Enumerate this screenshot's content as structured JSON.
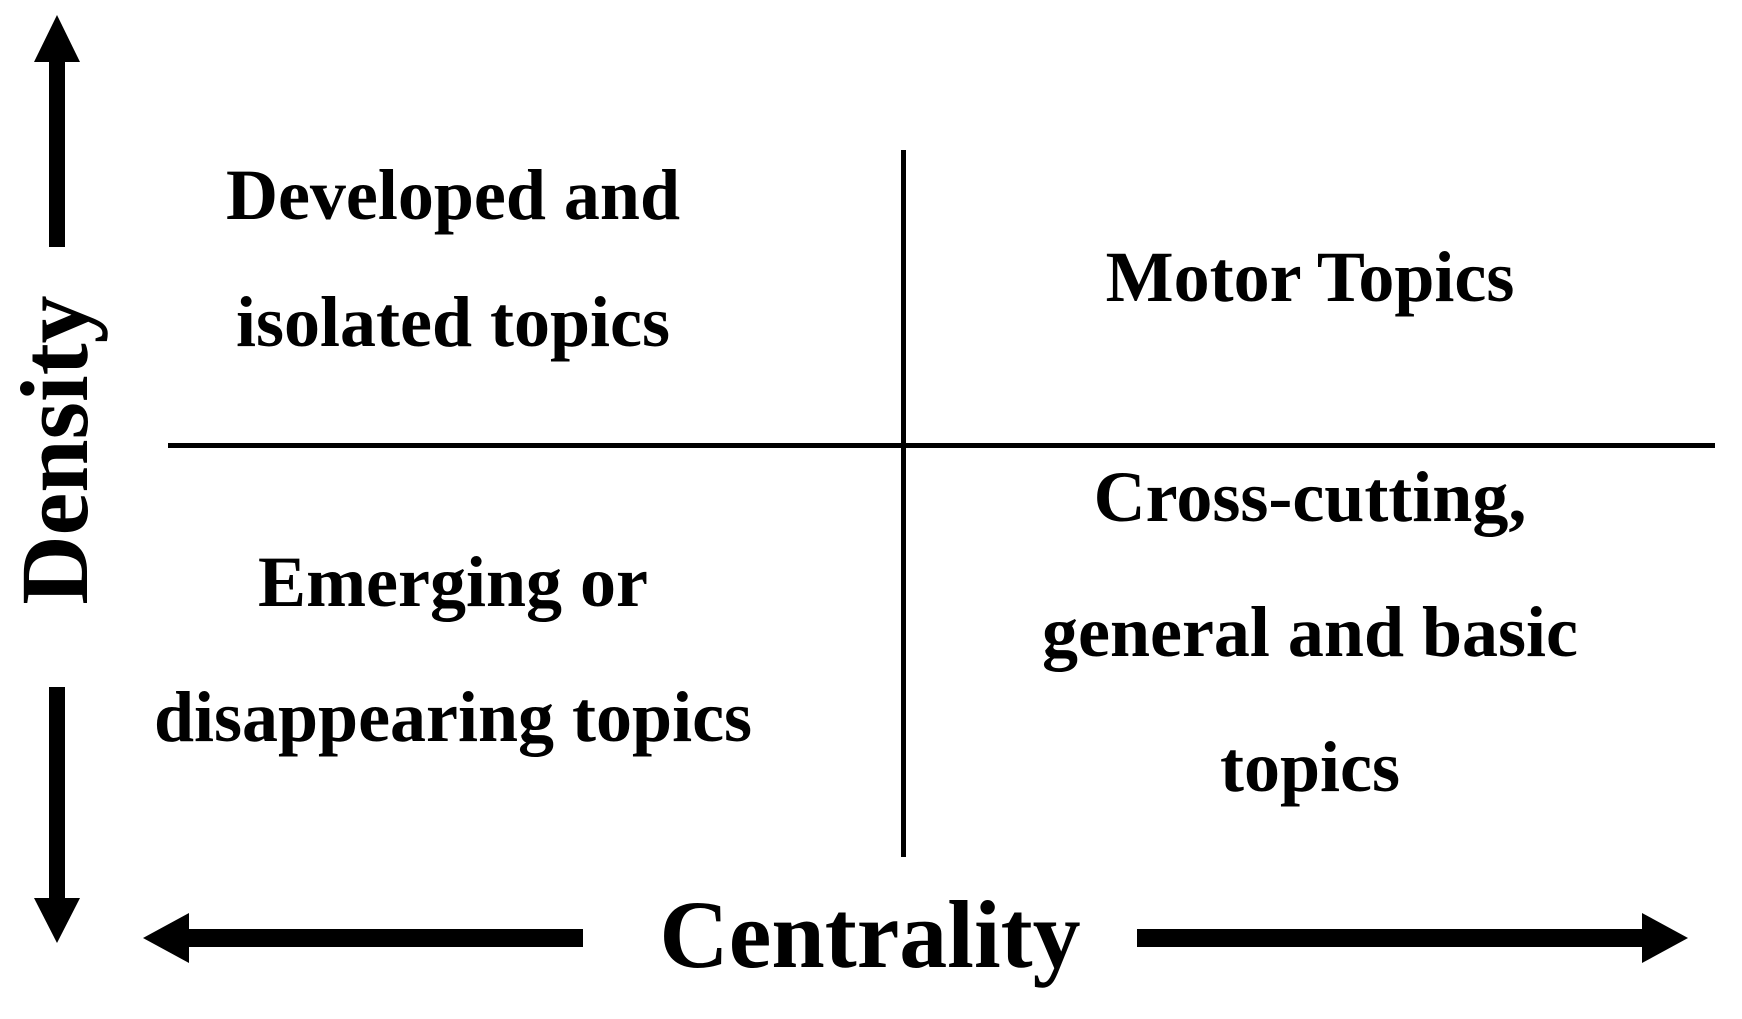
{
  "figure": {
    "background_color": "#ffffff",
    "ink_color": "#000000"
  },
  "axes": {
    "y": {
      "label": "Density",
      "orientation": "vertical",
      "arrows": [
        "up",
        "down"
      ]
    },
    "x": {
      "label": "Centrality",
      "orientation": "horizontal",
      "arrows": [
        "left",
        "right"
      ]
    }
  },
  "quadrants": {
    "top_left": {
      "lines": [
        "Developed and",
        "isolated topics"
      ]
    },
    "top_right": {
      "lines": [
        "Motor Topics"
      ]
    },
    "bottom_left": {
      "lines": [
        "Emerging or",
        "disappearing topics"
      ]
    },
    "bottom_right": {
      "lines": [
        "Cross-cutting,",
        "general and basic",
        "topics"
      ]
    }
  }
}
